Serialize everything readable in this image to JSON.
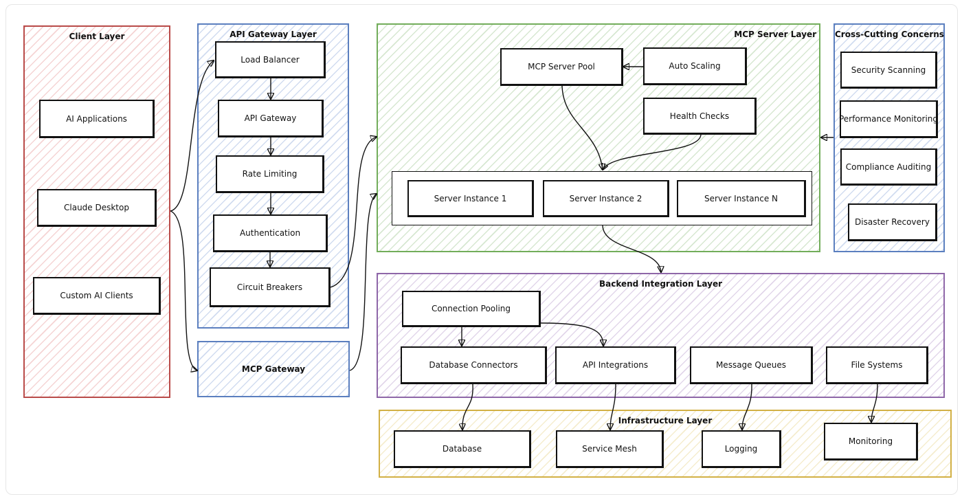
{
  "layers": {
    "client": "Client Layer",
    "api_gateway": "API Gateway Layer",
    "mcp_server": "MCP Server Layer",
    "cross_cutting": "Cross-Cutting Concerns",
    "backend": "Backend Integration Layer",
    "infrastructure": "Infrastructure Layer"
  },
  "client": {
    "ai_applications": "AI Applications",
    "claude_desktop": "Claude Desktop",
    "custom_ai_clients": "Custom AI Clients"
  },
  "gateway": {
    "load_balancer": "Load Balancer",
    "api_gateway": "API Gateway",
    "rate_limiting": "Rate Limiting",
    "authentication": "Authentication",
    "circuit_breakers": "Circuit Breakers",
    "mcp_gateway": "MCP Gateway"
  },
  "mcp": {
    "server_pool": "MCP Server Pool",
    "auto_scaling": "Auto Scaling",
    "health_checks": "Health Checks",
    "instance_1": "Server Instance 1",
    "instance_2": "Server Instance 2",
    "instance_n": "Server Instance N"
  },
  "concerns": {
    "security_scanning": "Security Scanning",
    "performance_monitoring": "Performance Monitoring",
    "compliance_auditing": "Compliance Auditing",
    "disaster_recovery": "Disaster Recovery"
  },
  "backend": {
    "connection_pooling": "Connection Pooling",
    "database_connectors": "Database Connectors",
    "api_integrations": "API Integrations",
    "message_queues": "Message Queues",
    "file_systems": "File Systems"
  },
  "infra": {
    "database": "Database",
    "service_mesh": "Service Mesh",
    "logging": "Logging",
    "monitoring": "Monitoring"
  },
  "colors": {
    "client": "#b94a48",
    "api_gateway": "#5b7fbf",
    "mcp_server": "#72ad5a",
    "cross_cutting": "#5b7fbf",
    "backend": "#8e66a8",
    "infrastructure": "#d2b044"
  }
}
